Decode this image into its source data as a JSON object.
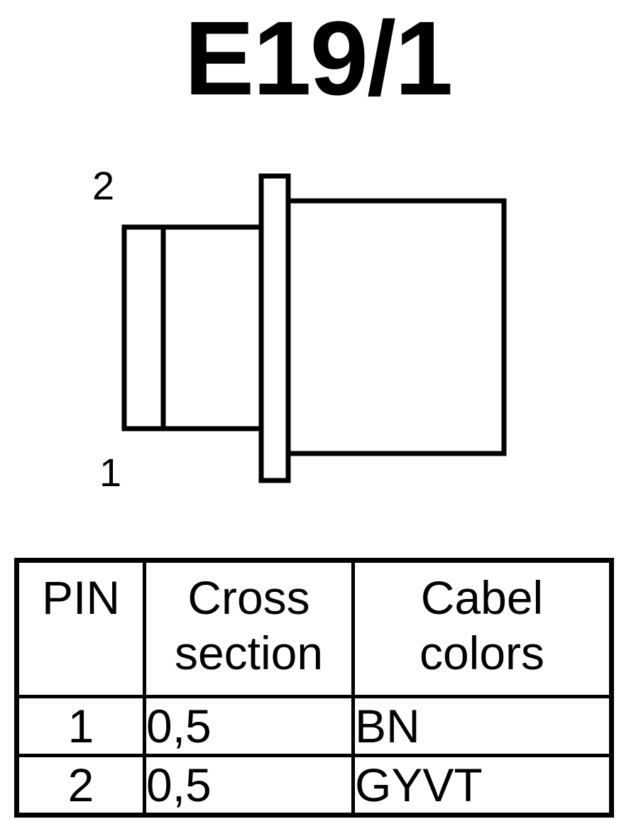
{
  "title": "E19/1",
  "connector": {
    "pin_top_label": "2",
    "pin_bottom_label": "1"
  },
  "table": {
    "headers": {
      "pin": "PIN",
      "cross_line1": "Cross",
      "cross_line2": "section",
      "color_line1": "Cabel",
      "color_line2": "colors"
    },
    "rows": [
      {
        "pin": "1",
        "cross_section": "0,5",
        "color": "BN"
      },
      {
        "pin": "2",
        "cross_section": "0,5",
        "color": "GYVT"
      }
    ]
  },
  "colors": {
    "line": "#000000",
    "background": "#ffffff"
  }
}
